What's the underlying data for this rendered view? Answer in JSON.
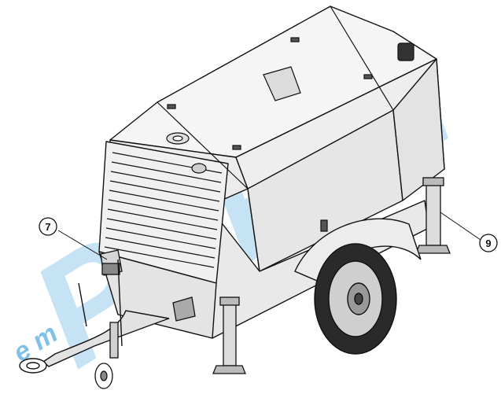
{
  "callouts": [
    {
      "label": "7",
      "target": "front-support-leg"
    },
    {
      "label": "9",
      "target": "rear-support-leg"
    }
  ],
  "watermark": {
    "word": "PERKI",
    "sub": "e m",
    "color": "#1a8fd6"
  },
  "colors": {
    "line": "#111111",
    "panel": "#f2f2f2",
    "shadow": "#d9d9d9",
    "tire": "#2a2a2a"
  }
}
